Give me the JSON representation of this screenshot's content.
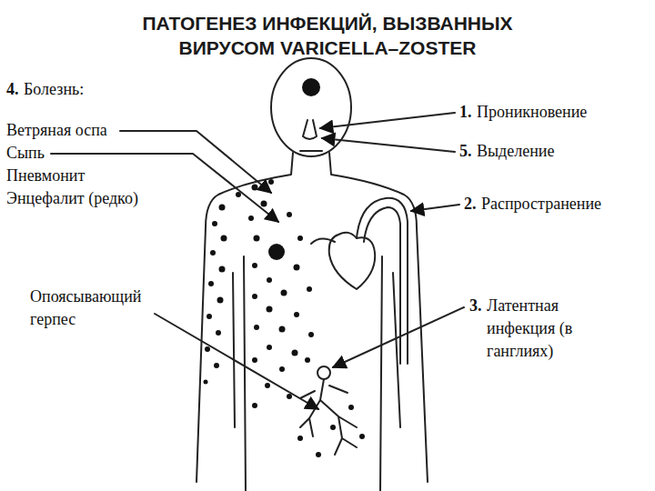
{
  "diagram": {
    "title": "ПАТОГЕНЕЗ ИНФЕКЦИЙ, ВЫЗВАННЫХ ВИРУСОМ VARICELLA–ZOSTER",
    "labels": [
      "4.",
      "Болезнь:",
      "Ветряная оспа",
      "Сыпь",
      "Пневмонит",
      "Энцефалит (редко)",
      "1.",
      "Проникновение",
      "5.",
      "Выделение",
      "2.",
      "Распространение",
      "Опоясывающий герпес",
      "3.",
      "Латентная инфекция (в ганглиях)"
    ]
  }
}
